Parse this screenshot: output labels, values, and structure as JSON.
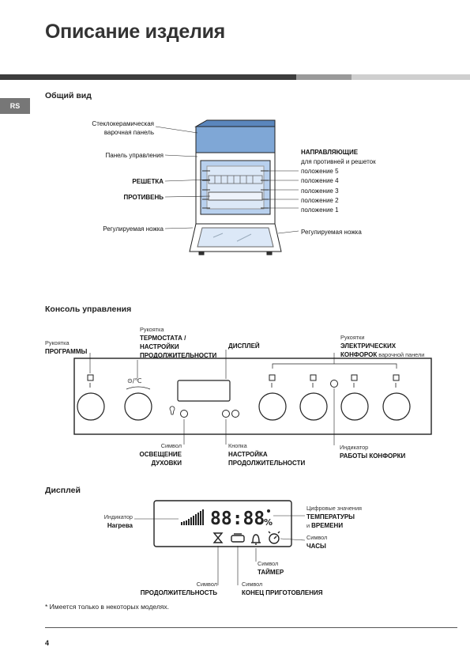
{
  "page": {
    "title": "Описание изделия",
    "lang_tab": "RS",
    "page_number": "4",
    "footnote": "* Имеется только в некоторых моделях."
  },
  "general_view": {
    "heading": "Общий вид",
    "left_labels": {
      "hob_line1": "Стеклокерамическая",
      "hob_line2": "варочная панель",
      "control_panel": "Панель управления",
      "rack": "РЕШЕТКА",
      "tray": "ПРОТИВЕНЬ",
      "foot_left": "Регулируемая ножка"
    },
    "right_labels": {
      "guides_title": "НАПРАВЛЯЮЩИЕ",
      "guides_sub": "для противней и решеток",
      "positions": [
        "положение 5",
        "положение 4",
        "положение 3",
        "положение 2",
        "положение 1"
      ],
      "foot_right": "Регулируемая ножка"
    }
  },
  "console": {
    "heading": "Консоль управления",
    "prog_knob": {
      "line1": "Рукоятка",
      "line2": "ПРОГРАММЫ"
    },
    "thermo_knob": {
      "line1": "Рукоятка",
      "line2": "ТЕРМОСТАТА /",
      "line3": "НАСТРОЙКИ",
      "line4": "ПРОДОЛЖИТЕЛЬНОСТИ"
    },
    "display": "ДИСПЛЕЙ",
    "hob_knobs": {
      "line1": "Рукоятки",
      "line2": "ЭЛЕКТРИЧЕСКИХ",
      "line3": "КОНФОРОК",
      "line3_rest": " варочной панели"
    },
    "light_symbol": {
      "line1": "Символ",
      "line2": "ОСВЕЩЕНИЕ",
      "line3": "ДУХОВКИ"
    },
    "duration_button": {
      "line1": "Кнопка",
      "line2": "НАСТРОЙКА",
      "line3": "ПРОДОЛЖИТЕЛЬНОСТИ"
    },
    "hob_indicator": {
      "line1": "Индикатор",
      "line2": "РАБОТЫ КОНФОРКИ"
    },
    "thermo_symbol": "⊙/℃"
  },
  "display_section": {
    "heading": "Дисплей",
    "heating_indicator": {
      "line1": "Индикатор",
      "line2": "Нагрева"
    },
    "digits": {
      "line1": "Цифровые значения",
      "line2": "ТЕМПЕРАТУРЫ",
      "line3a": "и ",
      "line3b": "ВРЕМЕНИ"
    },
    "clock_symbol": {
      "line1": "Символ",
      "line2": "ЧАСЫ"
    },
    "timer_symbol": {
      "line1": "Символ",
      "line2": "ТАЙМЕР"
    },
    "duration_symbol": {
      "line1": "Символ",
      "line2": "ПРОДОЛЖИТЕЛЬНОСТЬ"
    },
    "end_symbol": {
      "line1": "Символ",
      "line2": "КОНЕЦ ПРИГОТОВЛЕНИЯ"
    },
    "readout": "88:88",
    "percent": "%"
  },
  "colors": {
    "header_dark": "#3d3d3d",
    "header_gray": "#9a9a9a",
    "header_light": "#cfcfcf",
    "hob_blue": "#7fa7d6",
    "oven_blue": "#b8d0ee"
  }
}
